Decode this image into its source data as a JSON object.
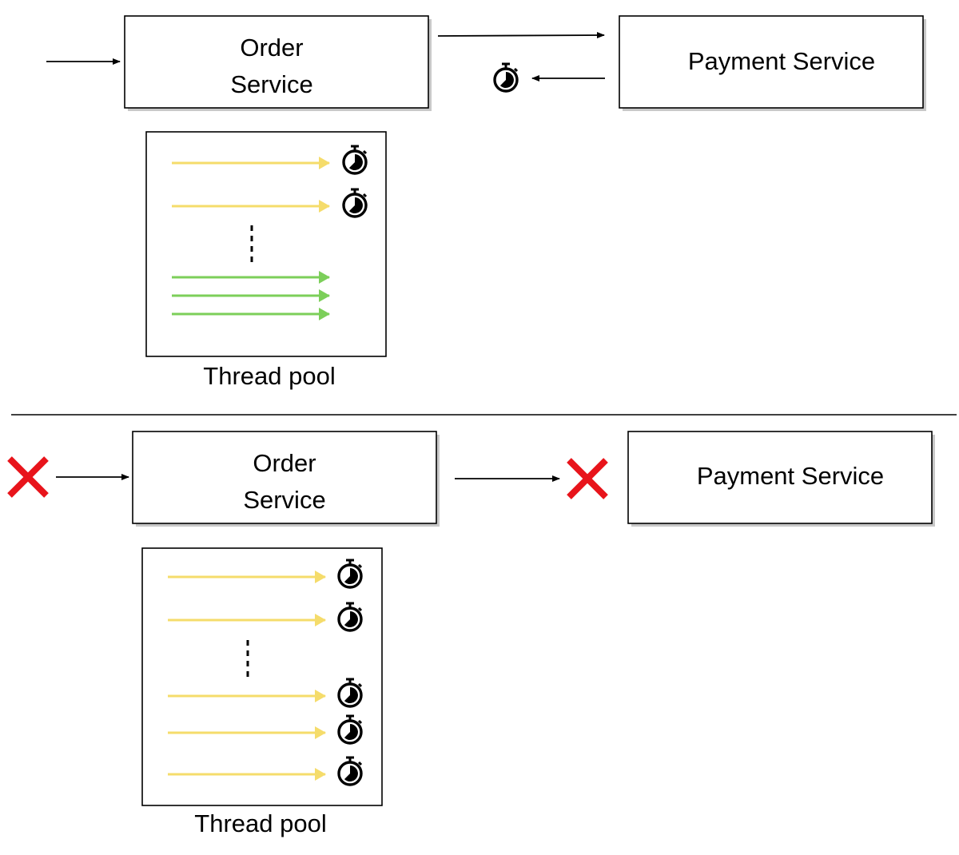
{
  "colors": {
    "waiting_thread": "#f5dc6b",
    "running_thread": "#7ccf5a",
    "failure_mark": "#e8141b",
    "stroke": "#000000"
  },
  "icons": {
    "timeout": "stopwatch-icon",
    "failure": "red-x-icon"
  },
  "top": {
    "order_service": {
      "line1": "Order",
      "line2": "Service"
    },
    "payment_service": {
      "label": "Payment Service"
    },
    "thread_pool": {
      "caption": "Thread pool",
      "threads": [
        {
          "state": "waiting",
          "timer": true
        },
        {
          "state": "waiting",
          "timer": true
        },
        {
          "state": "gap"
        },
        {
          "state": "running",
          "timer": false
        },
        {
          "state": "running",
          "timer": false
        },
        {
          "state": "running",
          "timer": false
        }
      ]
    }
  },
  "bottom": {
    "order_service": {
      "line1": "Order",
      "line2": "Service"
    },
    "payment_service": {
      "label": "Payment Service"
    },
    "thread_pool": {
      "caption": "Thread pool",
      "threads": [
        {
          "state": "waiting",
          "timer": true
        },
        {
          "state": "waiting",
          "timer": true
        },
        {
          "state": "gap"
        },
        {
          "state": "waiting",
          "timer": true
        },
        {
          "state": "waiting",
          "timer": true
        },
        {
          "state": "waiting",
          "timer": true
        }
      ]
    }
  }
}
